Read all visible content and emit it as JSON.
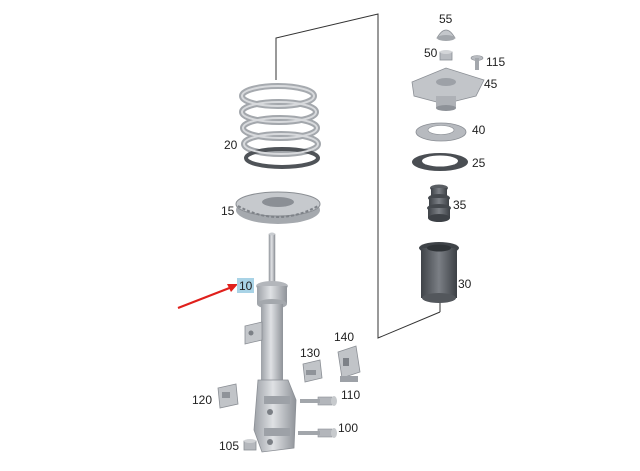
{
  "diagram": {
    "highlight_color": "#a9d3e6",
    "arrow_color": "#e0201c",
    "part_color": "#b9bcc1",
    "part_dark": "#8d9096",
    "rubber_color": "#55595f"
  },
  "labels": {
    "p10": "10",
    "p15": "15",
    "p20": "20",
    "p25": "25",
    "p30": "30",
    "p35": "35",
    "p40": "40",
    "p45": "45",
    "p50": "50",
    "p55": "55",
    "p100": "100",
    "p105": "105",
    "p110": "110",
    "p115": "115",
    "p120": "120",
    "p130": "130",
    "p140": "140"
  }
}
